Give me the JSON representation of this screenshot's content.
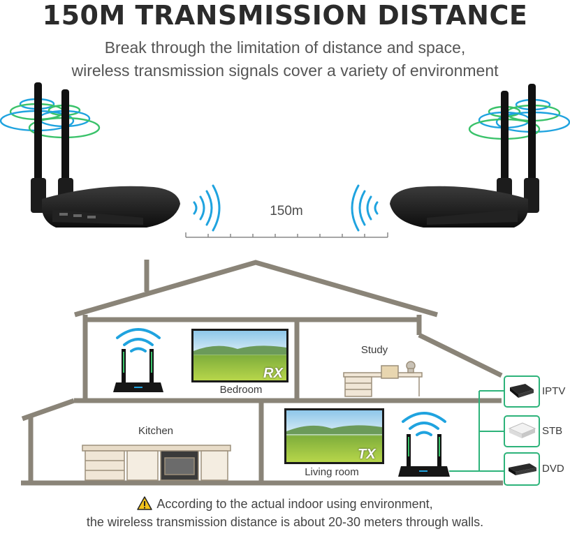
{
  "header": {
    "title": "150M TRANSMISSION DISTANCE",
    "subtitle_line1": "Break through the limitation of distance and space,",
    "subtitle_line2": "wireless transmission signals cover a variety of environment"
  },
  "range": {
    "distance_label": "150m"
  },
  "rooms": {
    "bedroom": "Bedroom",
    "study": "Study",
    "kitchen": "Kitchen",
    "living_room": "Living room"
  },
  "screens": {
    "receiver_tag": "RX",
    "transmitter_tag": "TX"
  },
  "sources": [
    {
      "label": "IPTV",
      "icon": "iptv-box-icon"
    },
    {
      "label": "STB",
      "icon": "stb-box-icon"
    },
    {
      "label": "DVD",
      "icon": "dvd-player-icon"
    }
  ],
  "footnote": {
    "line1": "According to the actual indoor using environment,",
    "line2": "the wireless transmission distance is about 20-30 meters through walls.",
    "icon": "warning-icon"
  },
  "colors": {
    "signal_blue": "#1fa3df",
    "signal_green": "#3ac26a",
    "wall": "#8a8478",
    "connector": "#2db37a"
  }
}
